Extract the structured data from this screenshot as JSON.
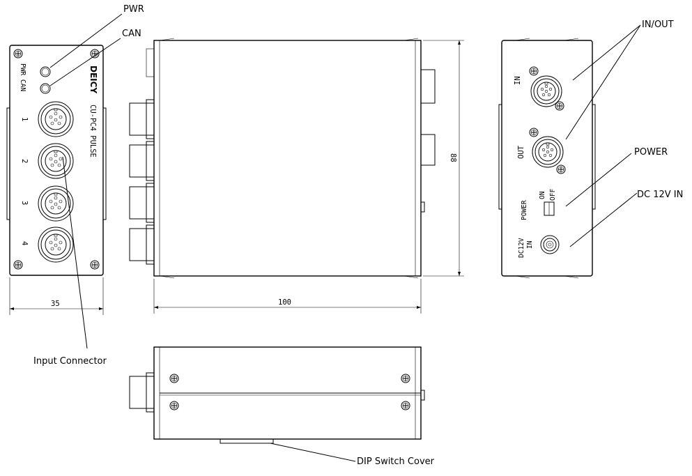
{
  "callouts": {
    "pwr": "PWR",
    "can": "CAN",
    "in_out": "IN/OUT",
    "power": "POWER",
    "dc_12v_in": "DC 12V IN",
    "input_connector": "Input Connector",
    "dip_switch_cover": "DIP Switch Cover"
  },
  "front_panel": {
    "brand": "DEICY",
    "model": "CU-PC4 PULSE",
    "led_labels": "PWR CAN",
    "channels": [
      "1",
      "2",
      "3",
      "4"
    ]
  },
  "back_panel": {
    "in_label": "IN",
    "out_label": "OUT",
    "power_label": "POWER",
    "on_label": "ON",
    "off_label": "OFF",
    "dc_label_1": "DC12V",
    "dc_label_2": "IN"
  },
  "dimensions": {
    "front_width": "35",
    "side_length": "100",
    "height": "88"
  },
  "icons": [
    "screw-icon",
    "circular-connector-icon",
    "led-icon",
    "toggle-switch-icon",
    "dc-jack-icon"
  ]
}
